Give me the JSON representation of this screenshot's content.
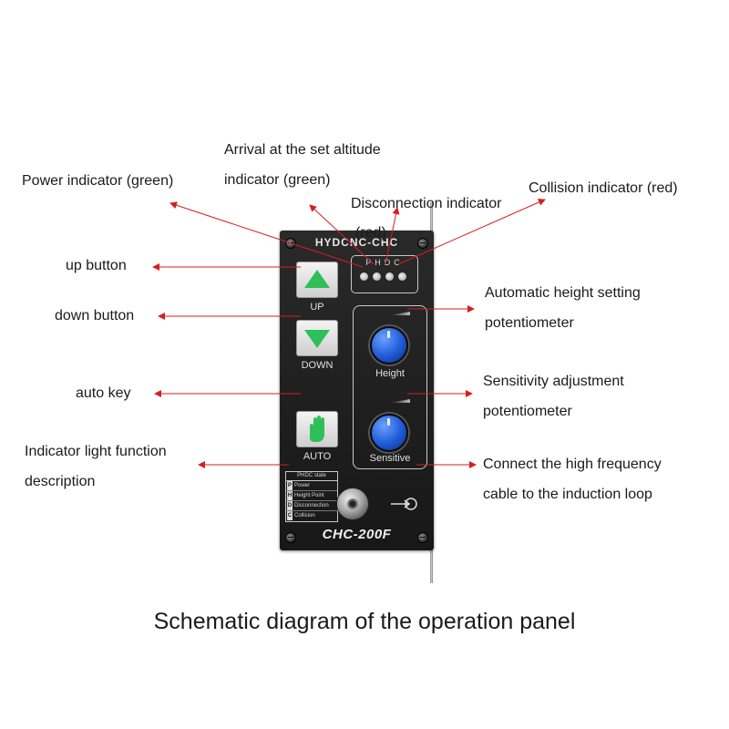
{
  "callouts": {
    "arrival_line1": "Arrival at the set altitude",
    "arrival_line2": "indicator (green)",
    "power": "Power indicator (green)",
    "disconnection_line1": "Disconnection indicator",
    "disconnection_line2": "(red)",
    "collision": "Collision indicator (red)",
    "up_button": "up button",
    "down_button": "down button",
    "auto_key": "auto key",
    "indicator_desc_line1": "Indicator light function",
    "indicator_desc_line2": "description",
    "height_pot_line1": "Automatic height setting",
    "height_pot_line2": "potentiometer",
    "sens_pot_line1": "Sensitivity adjustment",
    "sens_pot_line2": "potentiometer",
    "hf_line1": "Connect the high frequency",
    "hf_line2": "cable to the induction loop"
  },
  "panel": {
    "brand": "HYDCNC-CHC",
    "led_letters": "PHDC",
    "up_label": "UP",
    "down_label": "DOWN",
    "auto_label": "AUTO",
    "height_label": "Height",
    "sensitive_label": "Sensitive",
    "state_table": {
      "title": "PHDC state",
      "rows": [
        {
          "key": "P",
          "text": "Power"
        },
        {
          "key": "H",
          "text": "Height Point"
        },
        {
          "key": "D",
          "text": "Disconnection"
        },
        {
          "key": "C",
          "text": "Collision"
        }
      ]
    },
    "model": "CHC-200F"
  },
  "caption": "Schematic diagram of the operation panel",
  "colors": {
    "arrow": "#d81e1e",
    "panel": "#1f1f1f",
    "key_green": "#2fbf5a",
    "knob_blue": "#1f5ad6"
  }
}
